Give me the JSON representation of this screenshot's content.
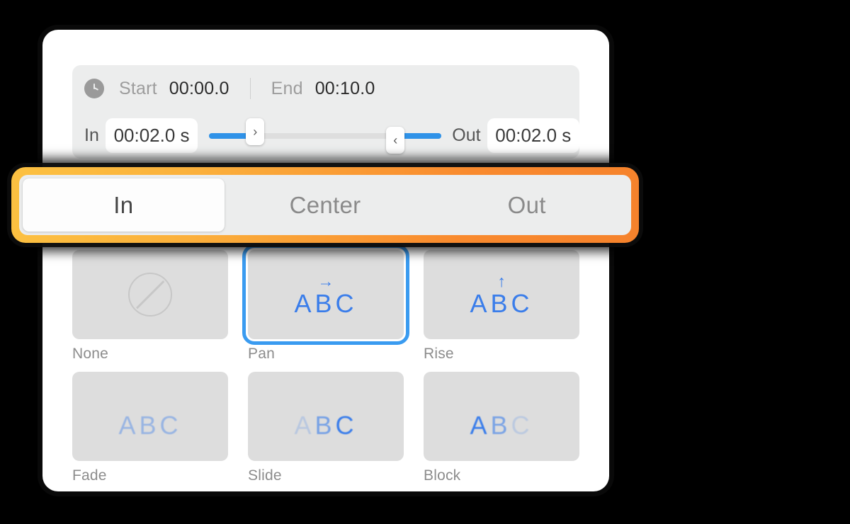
{
  "timing": {
    "clock_icon": "clock-icon",
    "start_label": "Start",
    "start_value": "00:00.0",
    "end_label": "End",
    "end_value": "00:10.0",
    "in_label": "In",
    "in_value": "00:02.0 s",
    "out_label": "Out",
    "out_value": "00:02.0 s",
    "in_handle_glyph": "›",
    "out_handle_glyph": "‹",
    "track_color": "#dedede",
    "fill_color": "#2f92e8"
  },
  "segmented": {
    "highlight_color": "#f9962f",
    "selected": "In",
    "options": [
      {
        "label": "In",
        "active": true
      },
      {
        "label": "Center",
        "active": false
      },
      {
        "label": "Out",
        "active": false
      }
    ]
  },
  "presets": {
    "selection_color": "#3a9bf0",
    "accent_color": "#3a7dea",
    "selected": "Pan",
    "items": [
      {
        "label": "None",
        "icon": "prohibition-icon",
        "arrow": "",
        "preview": "",
        "style": "none",
        "selected": false
      },
      {
        "label": "Pan",
        "icon": "abc-preview",
        "arrow": "→",
        "preview": "ABC",
        "style": "solid",
        "selected": true
      },
      {
        "label": "Rise",
        "icon": "abc-preview",
        "arrow": "↑",
        "preview": "ABC",
        "style": "solid",
        "selected": false
      },
      {
        "label": "Fade",
        "icon": "abc-preview",
        "arrow": "",
        "preview": "ABC",
        "style": "fade",
        "selected": false
      },
      {
        "label": "Slide",
        "icon": "abc-preview",
        "arrow": "",
        "preview": "ABC",
        "style": "slide",
        "selected": false
      },
      {
        "label": "Block",
        "icon": "abc-preview",
        "arrow": "",
        "preview": "ABC",
        "style": "block",
        "selected": false
      }
    ]
  }
}
